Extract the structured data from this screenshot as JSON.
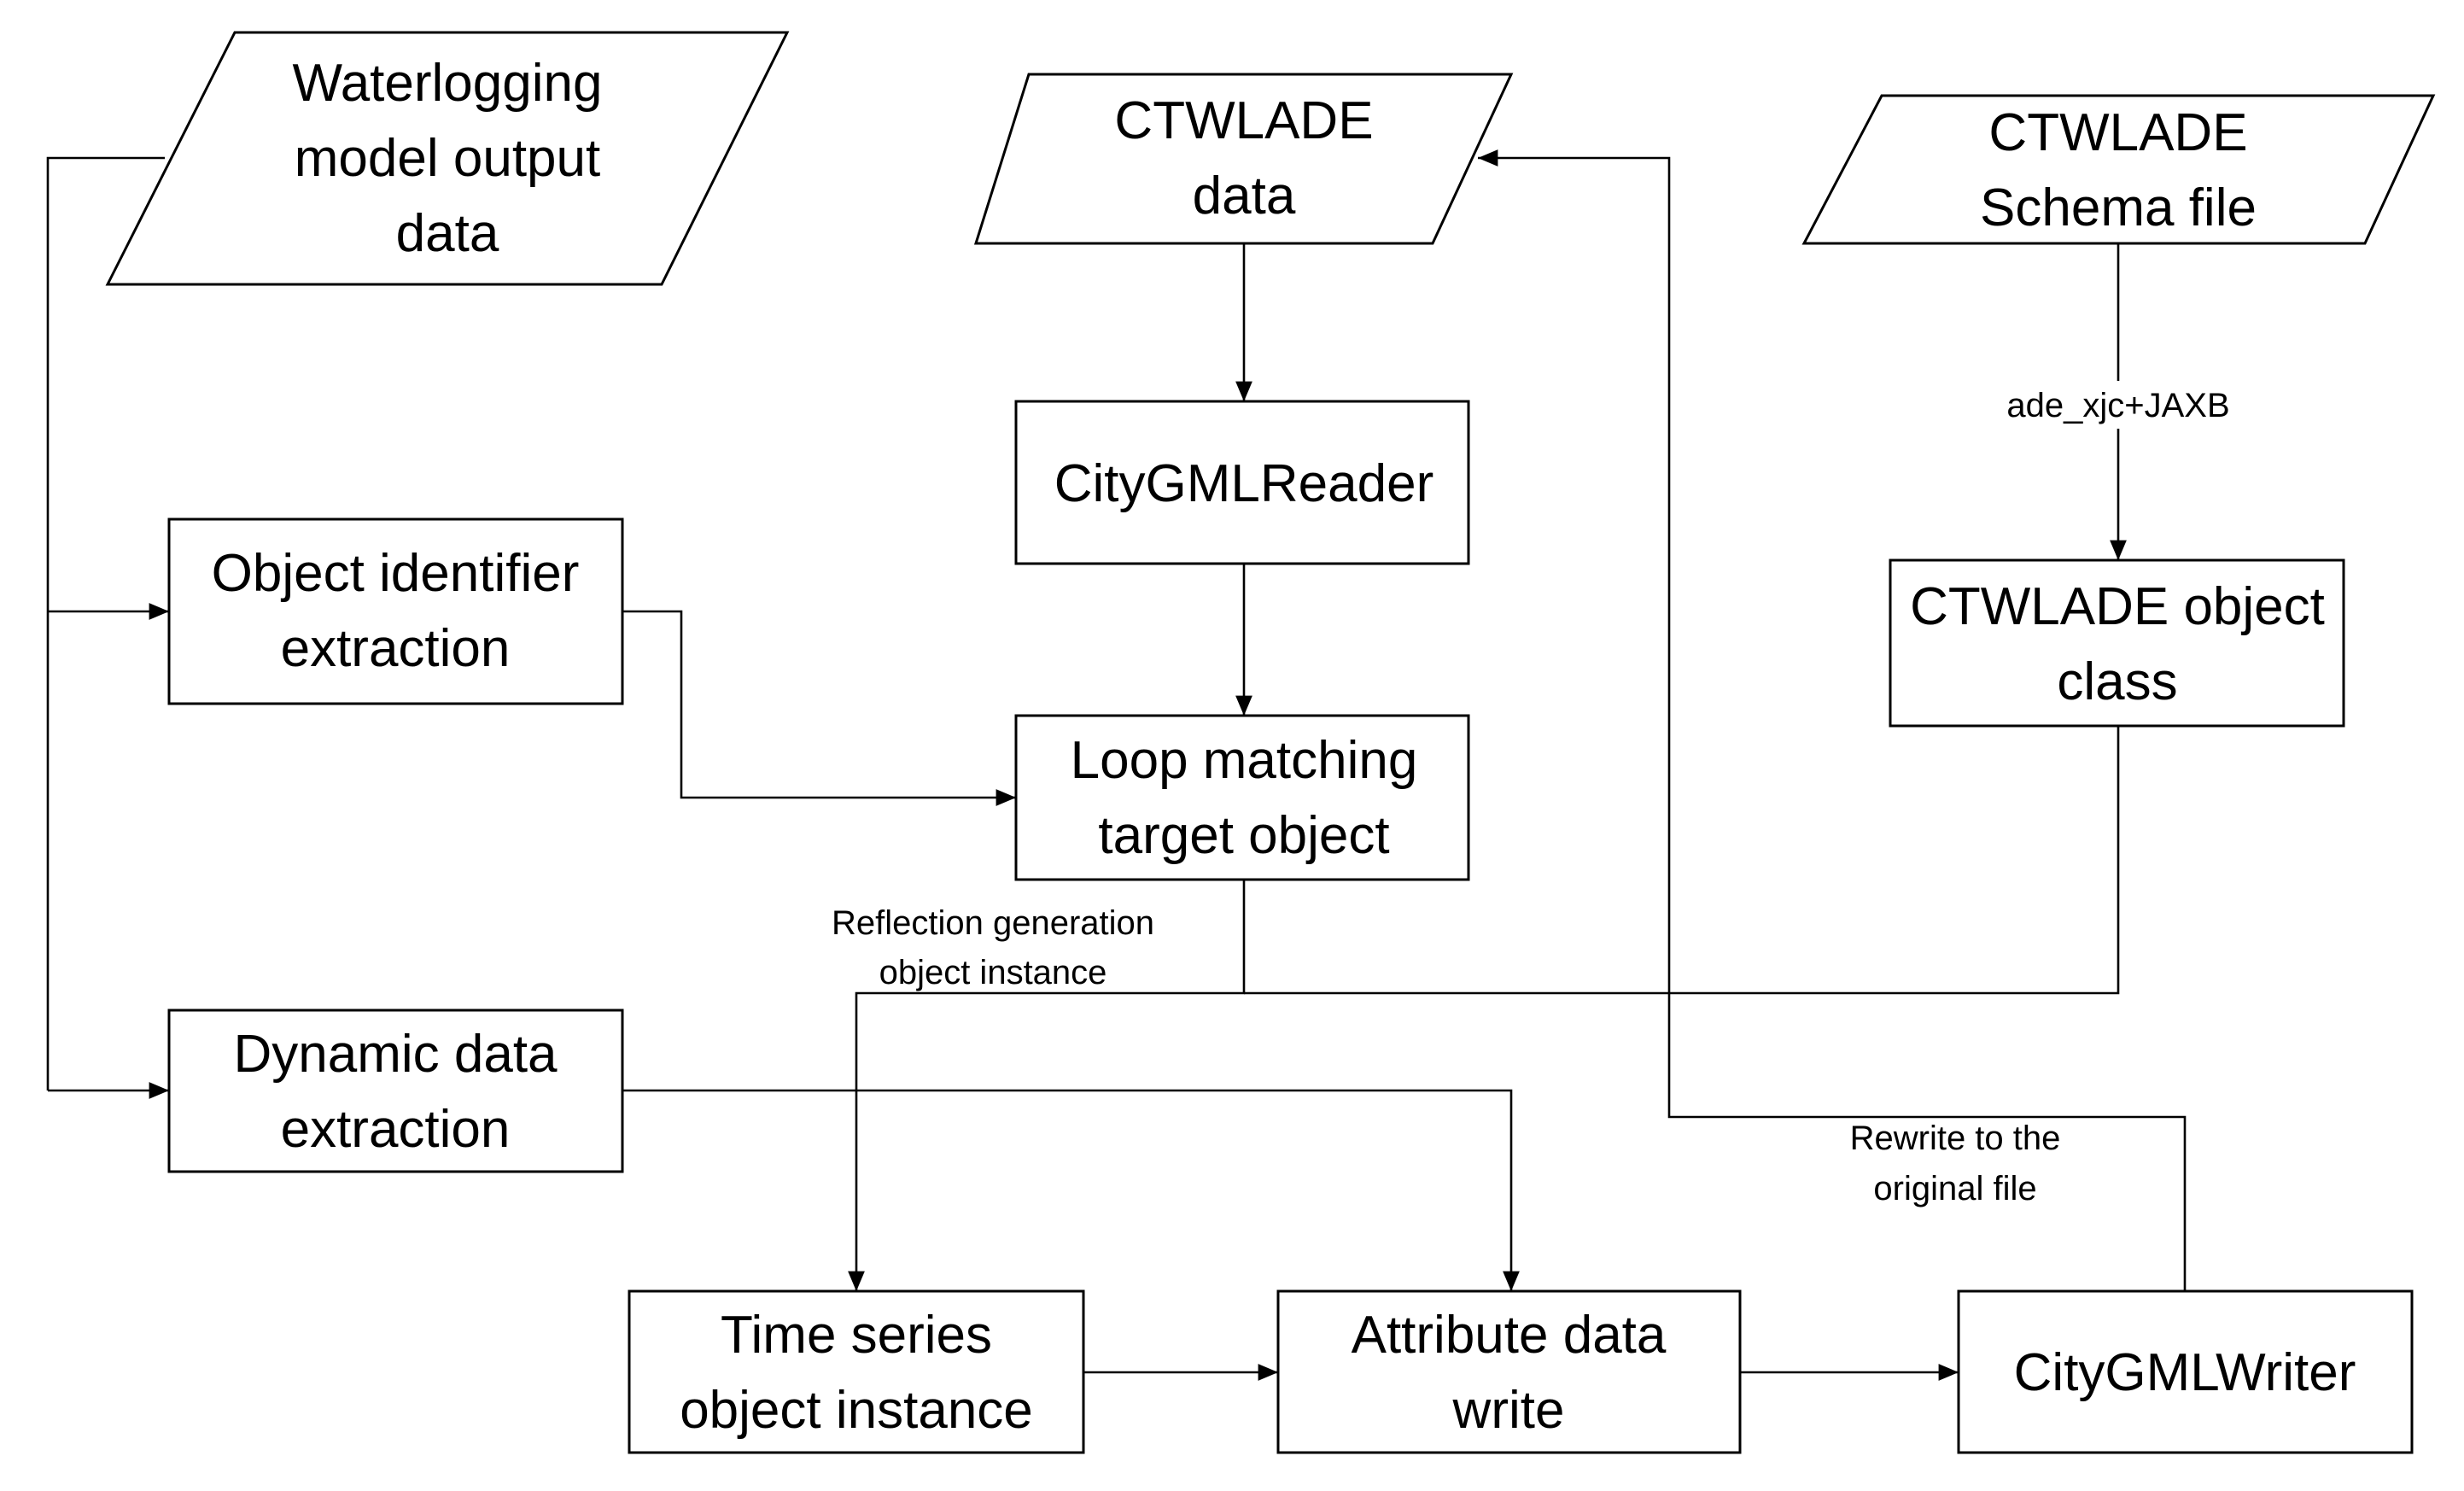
{
  "diagram": {
    "inputs": {
      "waterlogging_output": {
        "lines": [
          "Waterlogging",
          "model output",
          "data"
        ]
      },
      "ctwlade_data": {
        "lines": [
          "CTWLADE",
          "data"
        ]
      },
      "ctwlade_schema": {
        "lines": [
          "CTWLADE",
          "Schema file"
        ]
      }
    },
    "processes": {
      "object_identifier_extraction": {
        "lines": [
          "Object identifier",
          "extraction"
        ]
      },
      "dynamic_data_extraction": {
        "lines": [
          "Dynamic data",
          "extraction"
        ]
      },
      "citygml_reader": {
        "lines": [
          "CityGMLReader"
        ]
      },
      "loop_matching": {
        "lines": [
          "Loop matching",
          "target object"
        ]
      },
      "ctwlade_object_class": {
        "lines": [
          "CTWLADE object",
          "class"
        ]
      },
      "time_series_instance": {
        "lines": [
          "Time series",
          "object instance"
        ]
      },
      "attribute_data_write": {
        "lines": [
          "Attribute data",
          "write"
        ]
      },
      "citygml_writer": {
        "lines": [
          "CityGMLWriter"
        ]
      }
    },
    "edge_labels": {
      "ade_xjc": {
        "lines": [
          "ade_xjc+JAXB"
        ]
      },
      "reflection": {
        "lines": [
          "Reflection generation",
          "object instance"
        ]
      },
      "rewrite": {
        "lines": [
          "Rewrite to the",
          "original file"
        ]
      }
    }
  }
}
